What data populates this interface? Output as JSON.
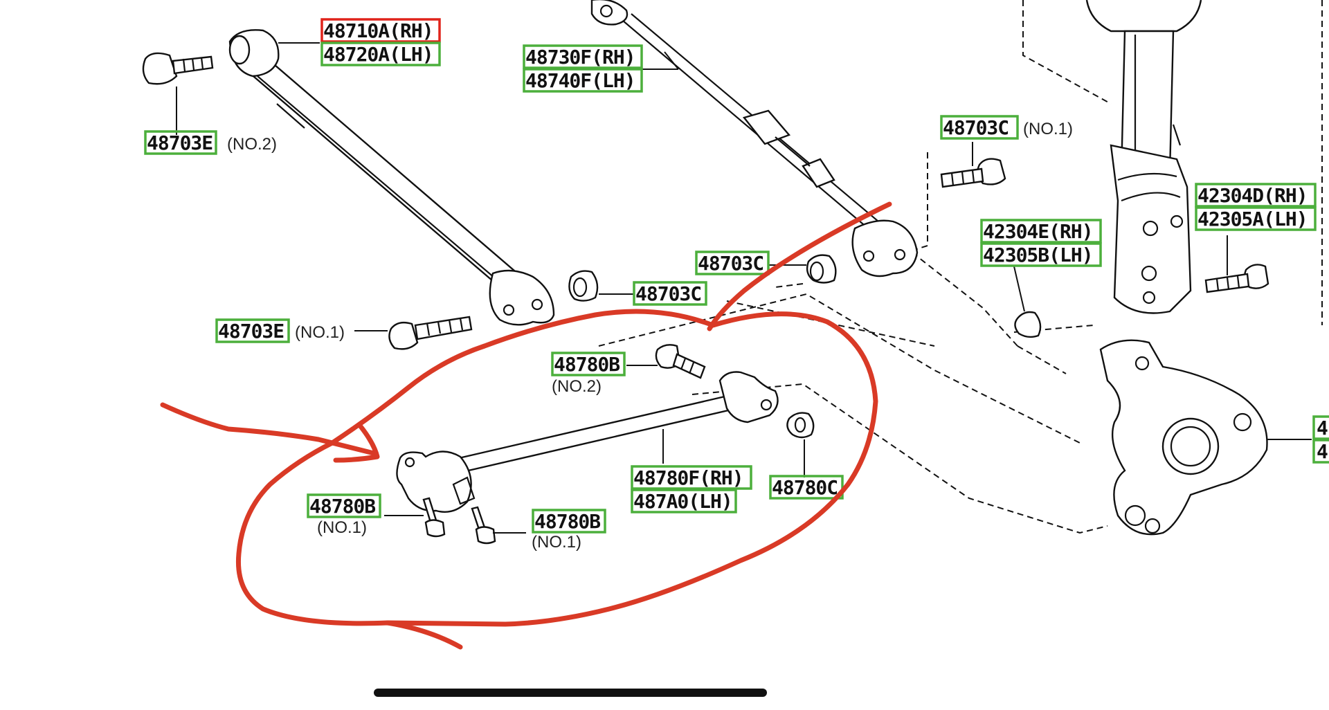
{
  "colors": {
    "label_box": "#4caf3c",
    "label_box_selected": "#e0241b",
    "annotation": "#d93a26",
    "line": "#111111"
  },
  "labels": {
    "p48710A": "48710A(RH)",
    "p48720A": "48720A(LH)",
    "p48703E_no2": "48703E",
    "p48703E_no2_note": "(NO.2)",
    "p48730F": "48730F(RH)",
    "p48740F": "48740F(LH)",
    "p48703C_no1": "48703C",
    "p48703C_no1_note": "(NO.1)",
    "p42304D": "42304D(RH)",
    "p42305A": "42305A(LH)",
    "p42304E": "42304E(RH)",
    "p42305B": "42305B(LH)",
    "p48703C_a": "48703C",
    "p48703C_b": "48703C",
    "p48703E_no1": "48703E",
    "p48703E_no1_note": "(NO.1)",
    "p48780B_no2": "48780B",
    "p48780B_no2_note": "(NO.2)",
    "p48780F": "48780F(RH)",
    "p487A0": "487A0(LH)",
    "p48780C": "48780C",
    "p48780B_left": "48780B",
    "p48780B_left_note": "(NO.1)",
    "p48780B_right": "48780B",
    "p48780B_right_note": "(NO.1)",
    "edge_a": "4",
    "edge_b": "4"
  },
  "icons": [
    "bolt-icon",
    "bushing-icon",
    "nut-icon",
    "control-arm-icon",
    "strut-icon",
    "knuckle-icon"
  ]
}
